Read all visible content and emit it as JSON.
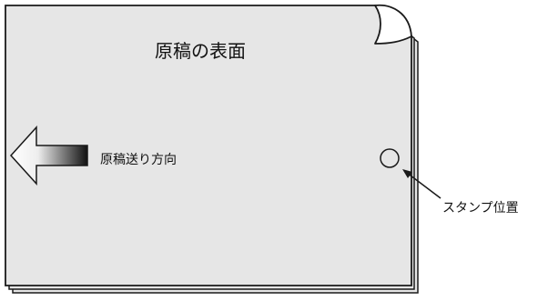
{
  "document": {
    "title": "原稿の表面",
    "feed_direction_label": "原稿送り方向",
    "stamp_position_label": "スタンプ位置"
  },
  "colors": {
    "page_fill": "#e6e6e6",
    "outline": "#1a1a1a",
    "arrow_gradient_dark": "#111111",
    "arrow_gradient_light": "#ffffff"
  },
  "icons": {
    "feed_arrow": "arrow-left-icon",
    "stamp_marker": "circle-icon",
    "stamp_pointer": "pointer-arrow-icon",
    "page_corner": "curled-corner-icon"
  }
}
